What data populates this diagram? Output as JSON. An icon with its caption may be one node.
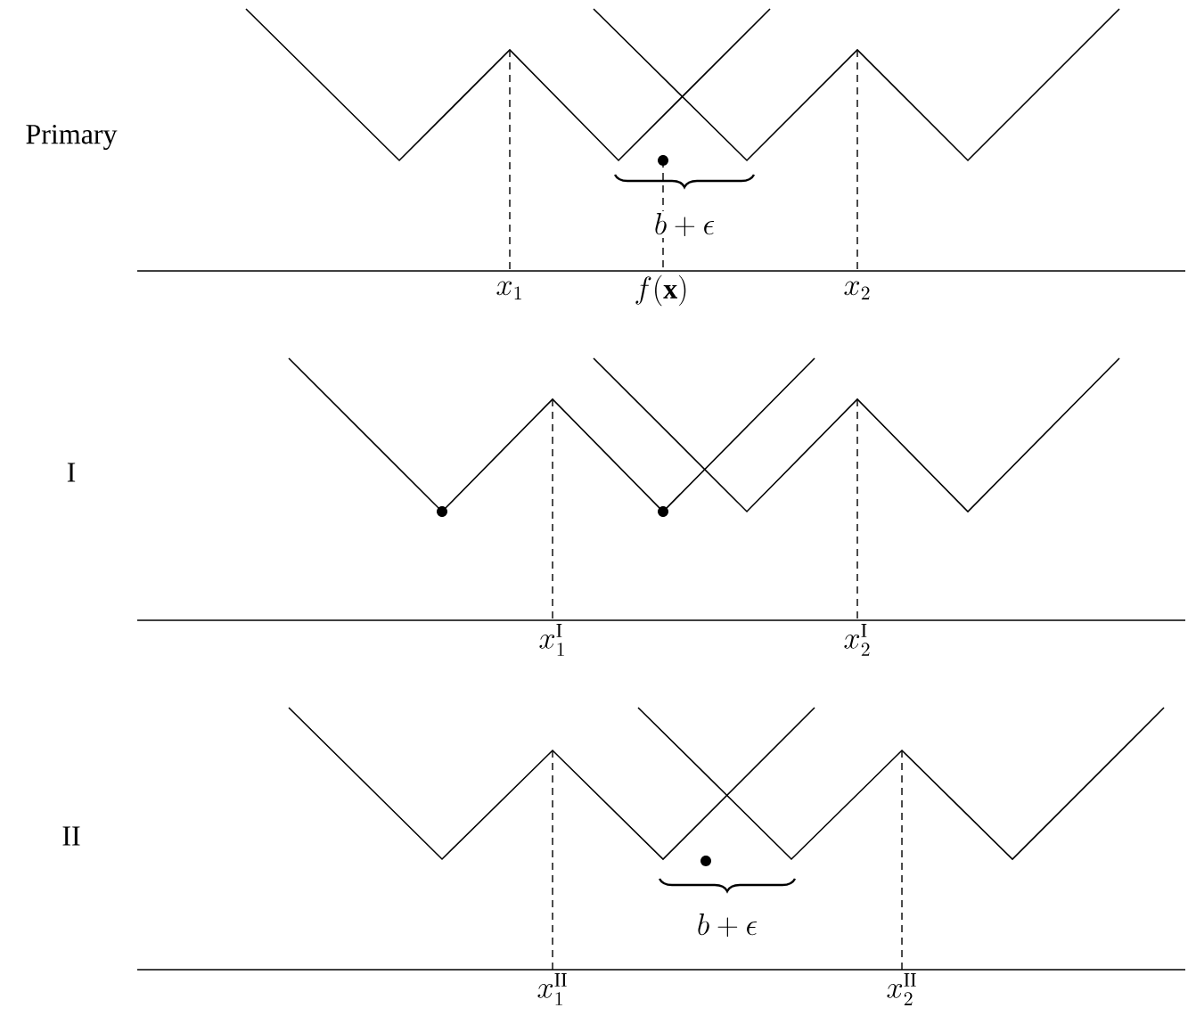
{
  "diagram": {
    "labels": [
      "Primary",
      "b+\\epsilon",
      "x_1",
      "f(\\mathbf{x})",
      "x_2",
      "I",
      "x_1^{\\mathrm{I}}",
      "x_2^{\\mathrm{I}}",
      "II",
      "b+\\epsilon",
      "x_1^{\\mathrm{II}}",
      "x_2^{\\mathrm{II}}"
    ]
  }
}
